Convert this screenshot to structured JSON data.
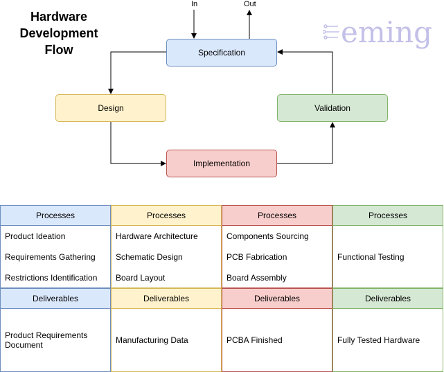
{
  "title": "Hardware\nDevelopment\nFlow",
  "logo": {
    "text": "eming",
    "color": "#c3c0e8"
  },
  "flow": {
    "in_label": "In",
    "out_label": "Out",
    "nodes": {
      "specification": "Specification",
      "design": "Design",
      "implementation": "Implementation",
      "validation": "Validation"
    }
  },
  "colors": {
    "blue_fill": "#dae8fc",
    "blue_stroke": "#6c8ebf",
    "yellow_fill": "#fff2cc",
    "yellow_stroke": "#d6b656",
    "red_fill": "#f8cecc",
    "red_stroke": "#b85450",
    "green_fill": "#d5e8d4",
    "green_stroke": "#82b366"
  },
  "columns": [
    {
      "processes_header": "Processes",
      "processes": [
        "Product Ideation",
        "Requirements Gathering",
        "Restrictions Identification"
      ],
      "deliverables_header": "Deliverables",
      "deliverable": "Product Requirements Document"
    },
    {
      "processes_header": "Processes",
      "processes": [
        "Hardware Architecture",
        "Schematic Design",
        "Board Layout"
      ],
      "deliverables_header": "Deliverables",
      "deliverable": "Manufacturing Data"
    },
    {
      "processes_header": "Processes",
      "processes": [
        "Components Sourcing",
        "PCB Fabrication",
        "Board Assembly"
      ],
      "deliverables_header": "Deliverables",
      "deliverable": "PCBA Finished"
    },
    {
      "processes_header": "Processes",
      "processes": [
        "Functional Testing"
      ],
      "deliverables_header": "Deliverables",
      "deliverable": "Fully Tested Hardware"
    }
  ]
}
